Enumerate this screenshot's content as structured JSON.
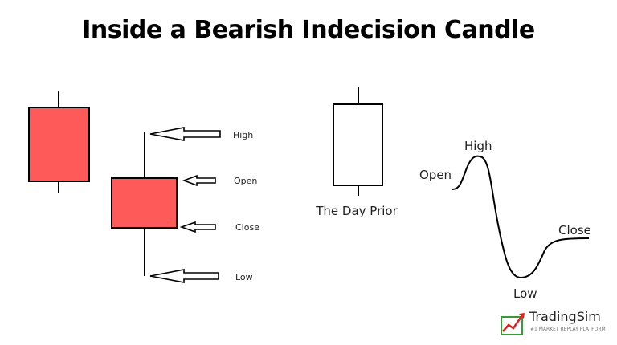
{
  "title": "Inside a Bearish Indecision Candle",
  "colors": {
    "bearish_body": "#ff5a5a",
    "outline": "#000000",
    "prior_body": "#ffffff"
  },
  "inside_candle_labels": {
    "high": "High",
    "open": "Open",
    "close": "Close",
    "low": "Low"
  },
  "prior_candle_label": "The Day Prior",
  "price_path_labels": {
    "open": "Open",
    "high": "High",
    "low": "Low",
    "close": "Close"
  },
  "logo": {
    "name": "TradingSim",
    "tagline": "#1 MARKET REPLAY PLATFORM"
  }
}
